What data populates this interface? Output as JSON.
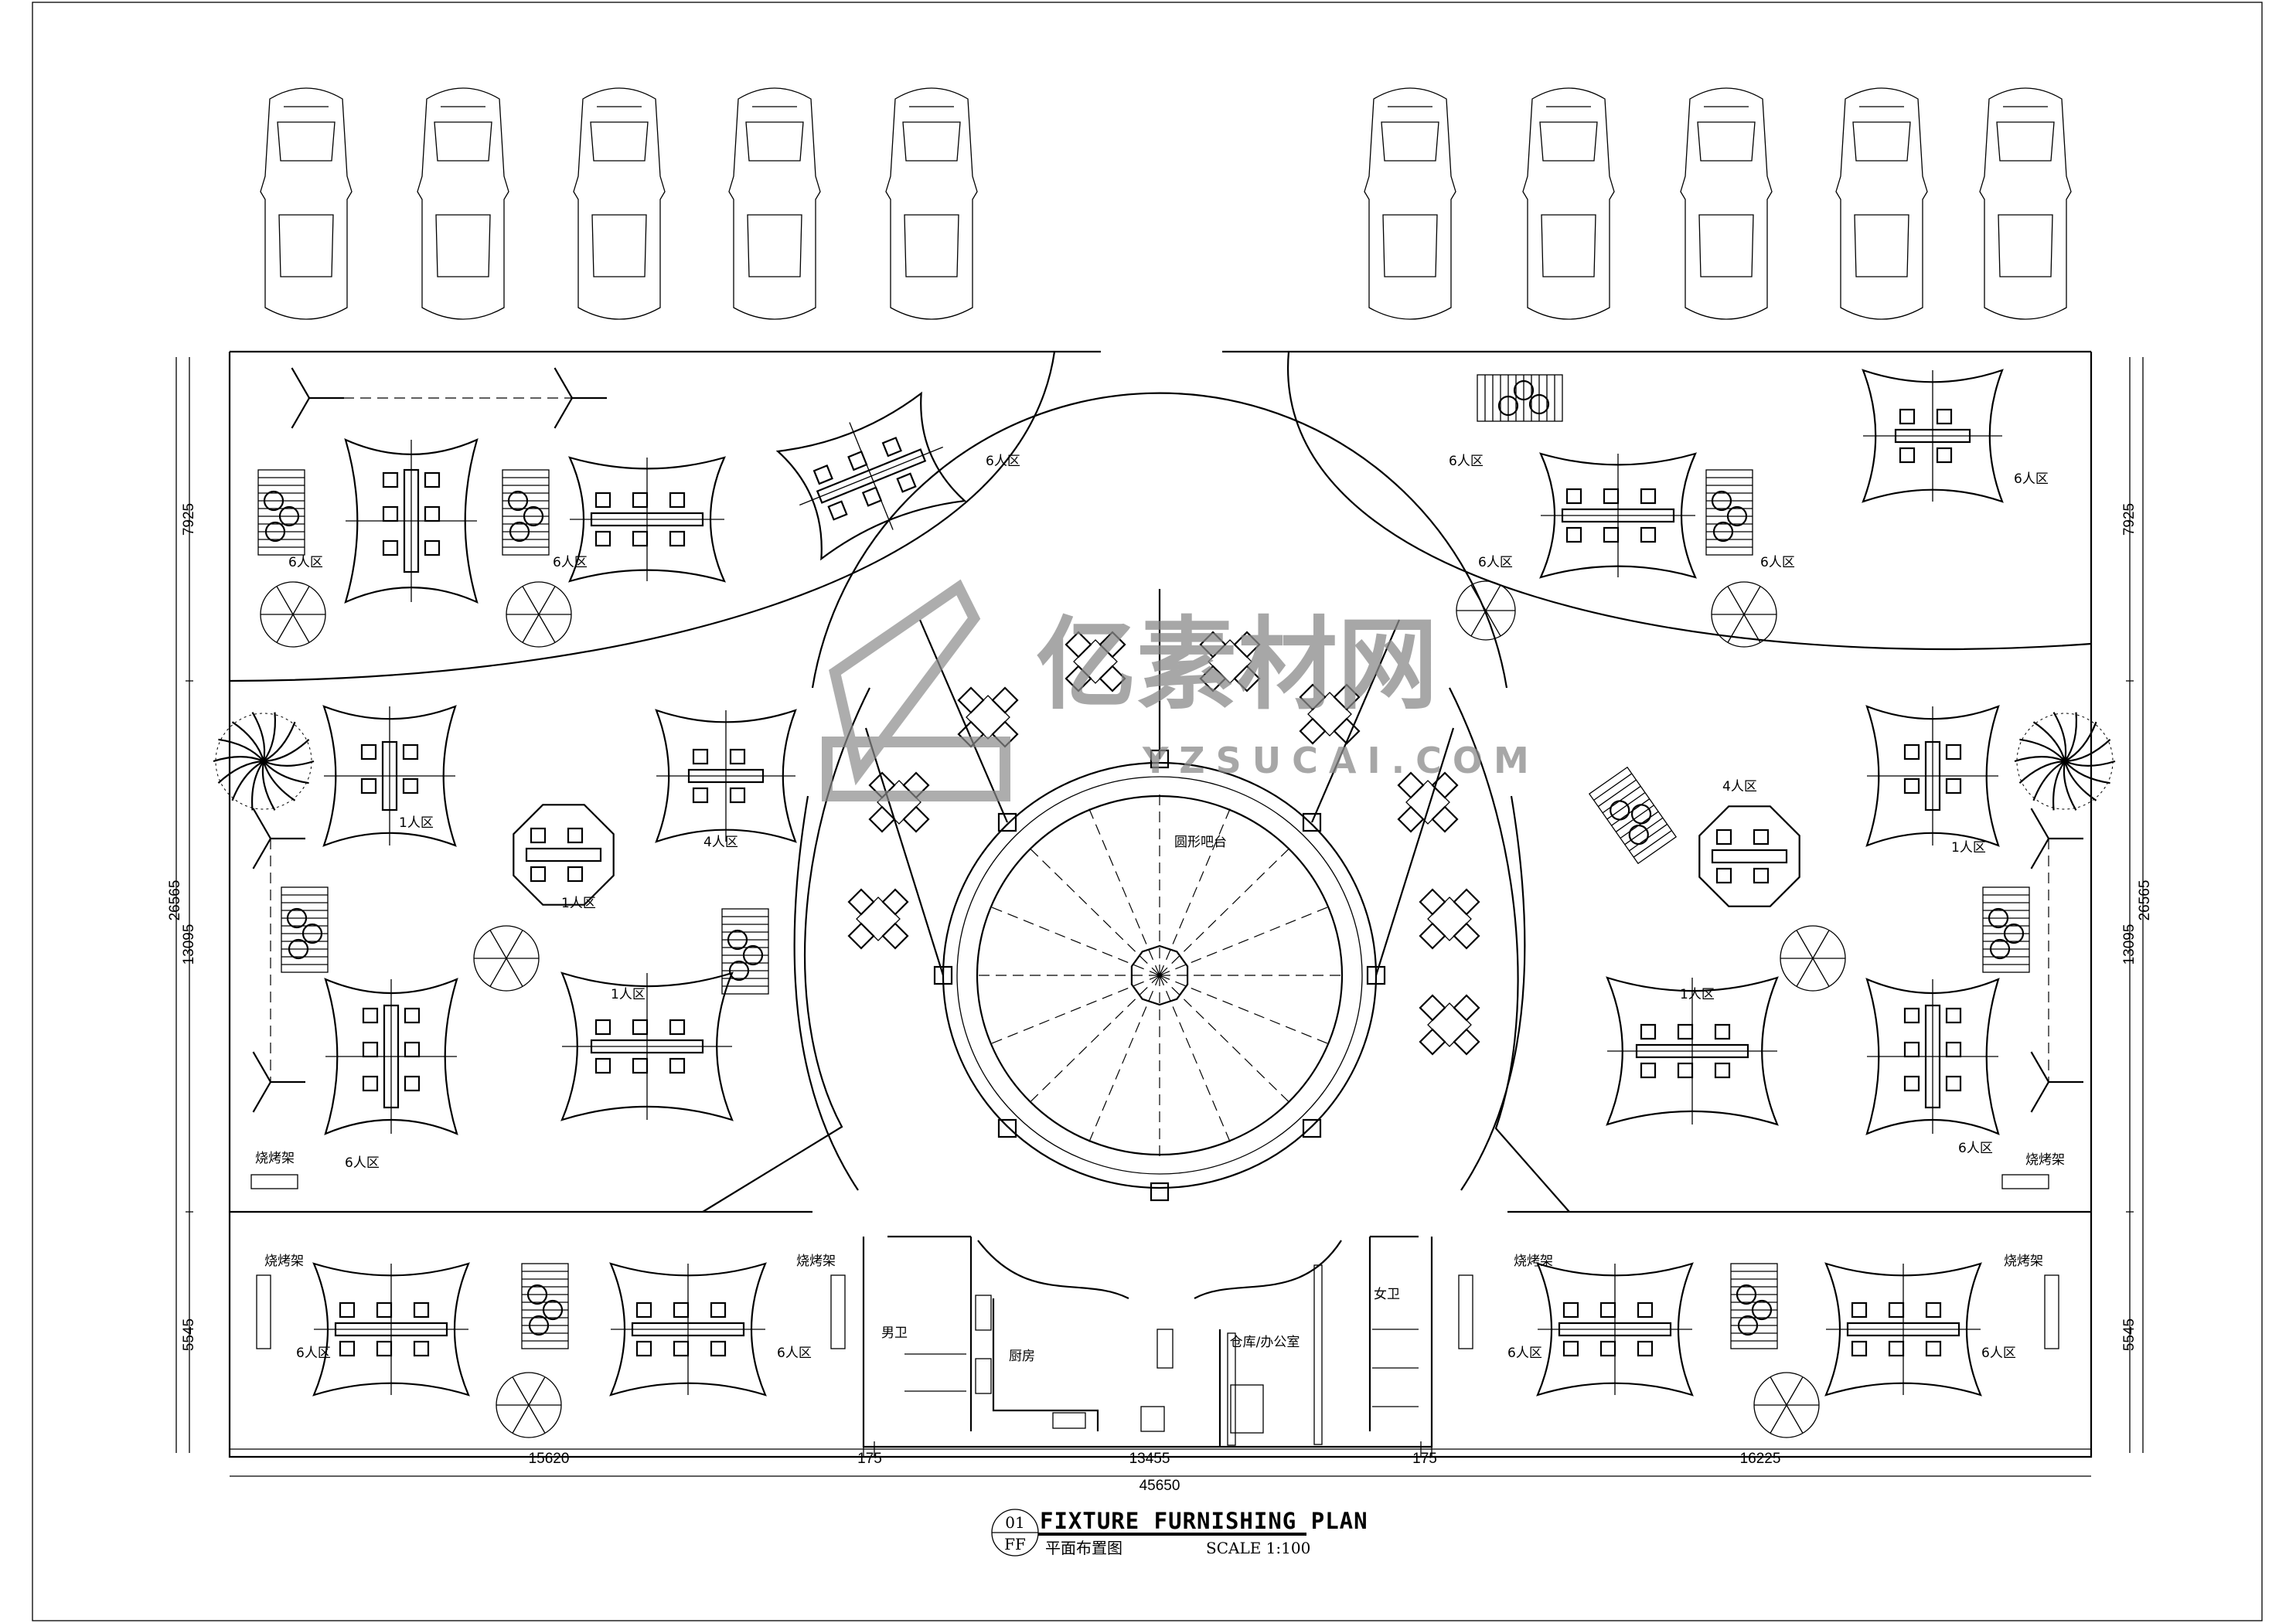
{
  "title_block": {
    "number": "01",
    "sheet": "FF",
    "title": "FIXTURE FURNISHING PLAN",
    "subtitle": "平面布置图",
    "scale": "SCALE 1:100"
  },
  "dimensions": {
    "bottom": [
      "15620",
      "175",
      "13455",
      "175",
      "16225"
    ],
    "overall_width": "45650",
    "left": [
      "7925",
      "13095",
      "5545"
    ],
    "overall_height": "26565",
    "right": [
      "7925",
      "13095",
      "5545"
    ],
    "right_overall": "26565"
  },
  "rooms": {
    "bar": "圆形吧台",
    "mens_wc": "男卫",
    "kitchen": "厨房",
    "storage_office": "仓库/办公室",
    "womens_wc": "女卫"
  },
  "zones": {
    "six": "6人区",
    "four": "4人区",
    "one": "1人区",
    "bbq": "烧烤架"
  },
  "watermark": {
    "logo_text": "亿素材网",
    "url_text": "YZSUCAI.COM"
  }
}
